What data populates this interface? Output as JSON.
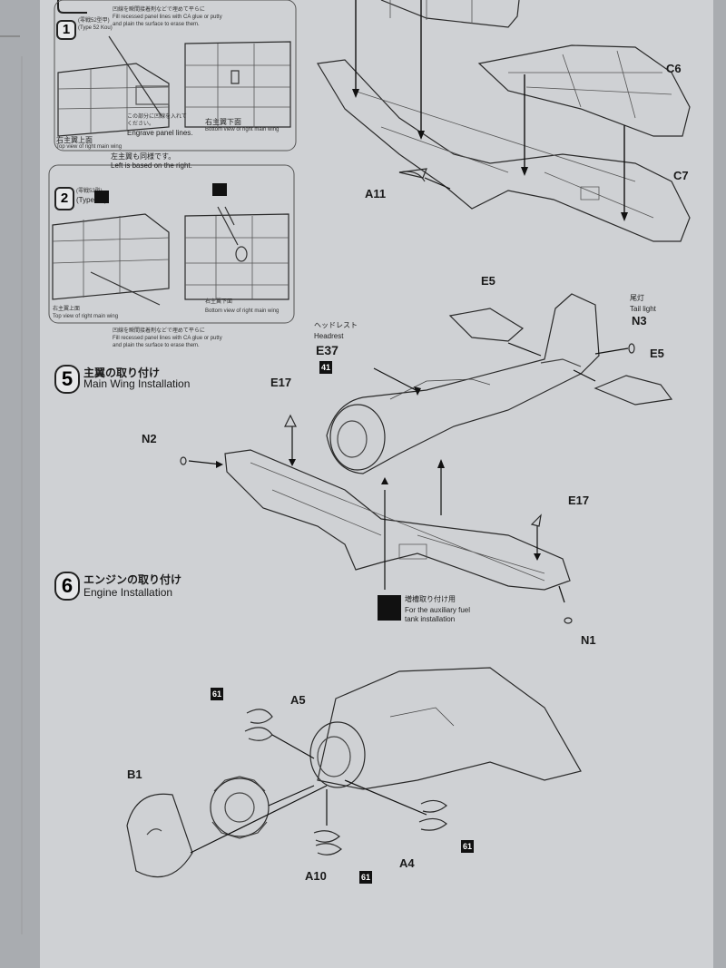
{
  "option1": {
    "badge": "1",
    "type_jp": "(零戦52型甲)",
    "type_en": "(Type 52 Kou)",
    "note1": "凹線を瞬間接着剤などで埋めて平らに",
    "note2": "Fill recessed panel lines with CA glue or putty",
    "note3": "and plain the surface to erase them.",
    "engrave_jp1": "この部分に凹線を入れて",
    "engrave_jp2": "ください。",
    "engrave_en": "Engrave panel lines.",
    "top_jp": "右主翼上面",
    "top_en": "Top view of right main wing",
    "bottom_jp": "右主翼下面",
    "bottom_en": "Bottom view of right main wing",
    "left_jp": "左主翼も同様です。",
    "left_en": "Left is based on the right."
  },
  "option2": {
    "badge": "2",
    "type_jp": "(零戦52型)",
    "type_en": "(Type 52)",
    "top_jp": "右主翼上面",
    "top_en": "Top view of right main wing",
    "bottom_jp": "右主翼下面",
    "bottom_en": "Bottom view of right main wing",
    "note1": "凹線を瞬間接着剤などで埋めて平らに",
    "note2": "Fill recessed panel lines with CA glue or putty",
    "note3": "and plain the surface to erase them."
  },
  "parts": {
    "c6": "C6",
    "c7": "C7",
    "a11": "A11",
    "e5_top": "E5",
    "e5_right": "E5",
    "n3": "N3",
    "e37": "E37",
    "e17_top": "E17",
    "e17_right": "E17",
    "n2": "N2",
    "n1": "N1",
    "a5": "A5",
    "b1": "B1",
    "a4": "A4",
    "a10": "A10"
  },
  "badges": {
    "b41": "41",
    "b61a": "61",
    "b61b": "61",
    "b61c": "61"
  },
  "tail_light": {
    "jp": "尾灯",
    "en": "Tail light"
  },
  "headrest": {
    "jp": "ヘッドレスト",
    "en": "Headrest"
  },
  "fuel": {
    "jp": "増槽取り付け用",
    "en1": "For the auxiliary fuel",
    "en2": "tank installation"
  },
  "step5": {
    "number": "5",
    "jp": "主翼の取り付け",
    "en": "Main Wing Installation"
  },
  "step6": {
    "number": "6",
    "jp": "エンジンの取り付け",
    "en": "Engine Installation"
  }
}
